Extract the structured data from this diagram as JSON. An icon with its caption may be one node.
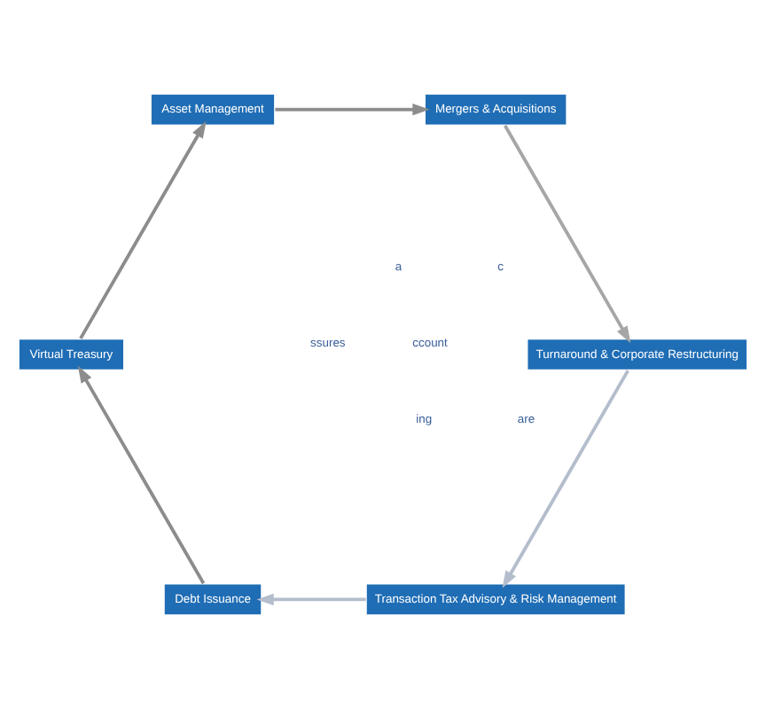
{
  "diagram": {
    "nodes": [
      {
        "text": [
          "Transaction Tax Advisory & Risk Management"
        ]
      },
      {
        "text": [
          "Debt Issuance"
        ]
      },
      {
        "text": [
          "Turnaround & Corporate Restructuring"
        ]
      },
      {
        "text": [
          "Virtual Treasury"
        ]
      },
      {
        "text": [
          "Mergers & Acquisitions"
        ]
      },
      {
        "text": [
          "Asset Management"
        ]
      }
    ],
    "edges": [
      {
        "from": 1,
        "to": 3,
        "arrow": "to"
      },
      {
        "from": 3,
        "to": 5,
        "arrow": "to"
      },
      {
        "from": 5,
        "to": 4,
        "arrow": "to"
      },
      {
        "from": 4,
        "to": 2,
        "arrow": "to",
        "color": "#a6a6a6"
      },
      {
        "from": 2,
        "to": 0,
        "arrow": "to",
        "color": "#b4bdcc"
      },
      {
        "from": 0,
        "to": 1,
        "arrow": "to",
        "color": "#b4bdcc"
      }
    ],
    "labels": [
      "ccount",
      "ing",
      "c",
      "a",
      "are",
      "ssures"
    ]
  }
}
